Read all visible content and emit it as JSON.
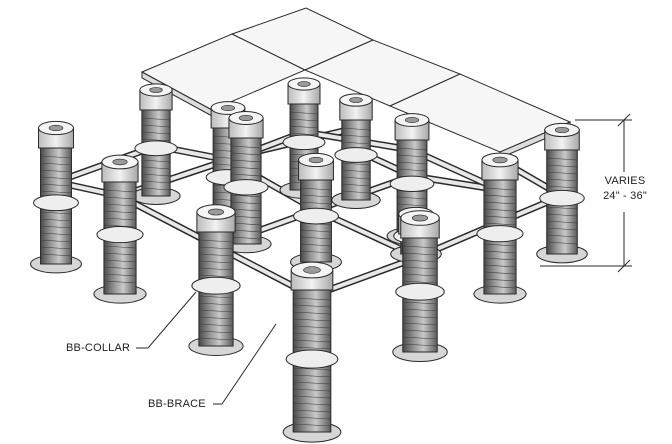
{
  "labels": {
    "collar": "BB-COLLAR",
    "brace": "BB-BRACE",
    "dimension_title": "VARIES",
    "dimension_range": "24\" - 36\""
  },
  "colors": {
    "line": "#2a2a2a",
    "pedestal_shade": "#7d7d7d",
    "pedestal_light": "#bdbdbd",
    "paver_top": "#f6f6f6",
    "paver_side": "#dcdcdc",
    "brace": "#e8e8e8"
  }
}
